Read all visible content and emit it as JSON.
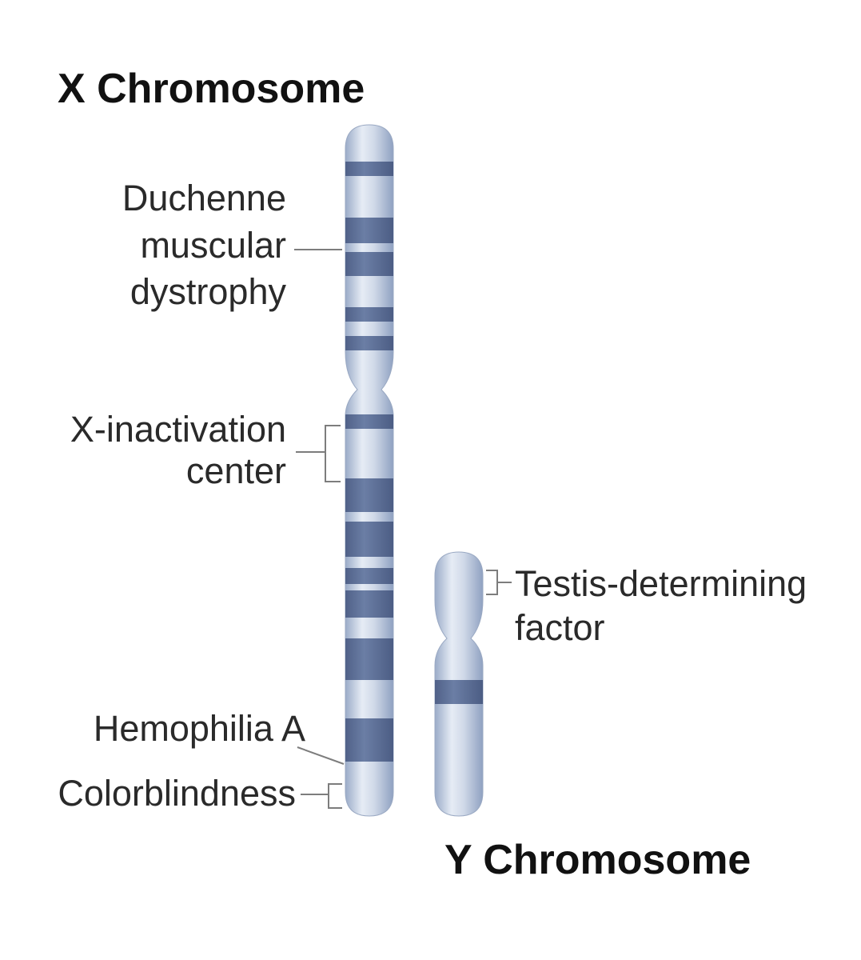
{
  "diagram": {
    "x_title": "X Chromosome",
    "y_title": "Y Chromosome",
    "labels": {
      "duchenne_1": "Duchenne",
      "duchenne_2": "muscular",
      "duchenne_3": "dystrophy",
      "xic_1": "X-inactivation",
      "xic_2": "center",
      "hemophilia": "Hemophilia A",
      "colorblindness": "Colorblindness",
      "testis_1": "Testis-determining",
      "testis_2": "factor"
    },
    "colors": {
      "chromosome_light": "#d3dcea",
      "chromosome_mid": "#a9b8d0",
      "band": "#5d6f95",
      "leader": "#7d7d7d"
    }
  }
}
